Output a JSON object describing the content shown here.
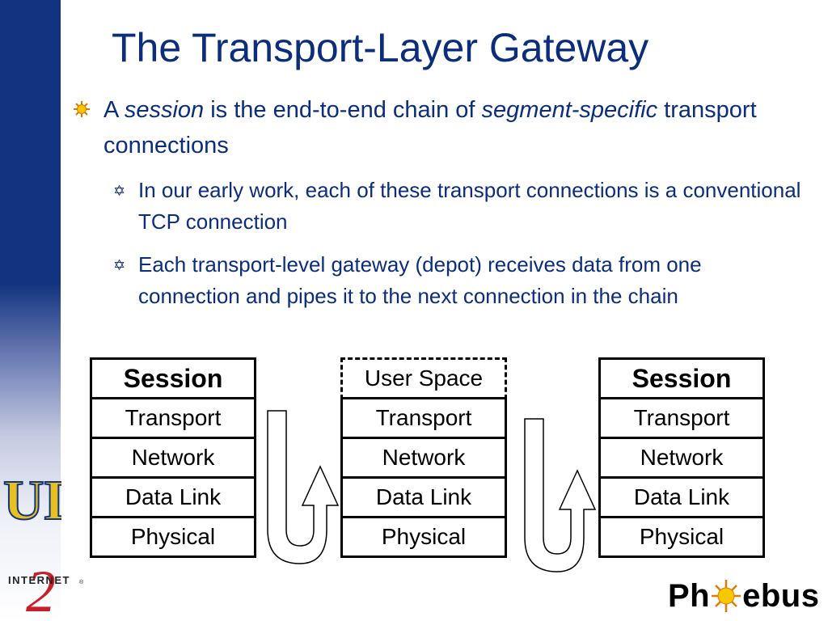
{
  "slide": {
    "title": "The Transport-Layer Gateway",
    "bullet1": {
      "p1": "A ",
      "p2": "session",
      "p3": " is the end-to-end chain of ",
      "p4": "segment-specific",
      "p5": " transport connections"
    },
    "sub_bullets": [
      "In our early work, each of these transport connections is a conventional TCP connection",
      "Each transport-level gateway (depot) receives data from one connection and pipes it to the next connection in the chain"
    ]
  },
  "diagram": {
    "left_stack": [
      "Session",
      "Transport",
      "Network",
      "Data Link",
      "Physical"
    ],
    "middle_stack": [
      "User Space",
      "Transport",
      "Network",
      "Data Link",
      "Physical"
    ],
    "right_stack": [
      "Session",
      "Transport",
      "Network",
      "Data Link",
      "Physical"
    ]
  },
  "logos": {
    "ud": "UD",
    "internet2": "INTERNET",
    "phoebus_left": "Ph",
    "phoebus_right": "ebus"
  },
  "colors": {
    "title": "#0b2d7c",
    "sidebar": "#12337f",
    "ud_gold": "#e8c020",
    "i2_red": "#c8202b"
  }
}
